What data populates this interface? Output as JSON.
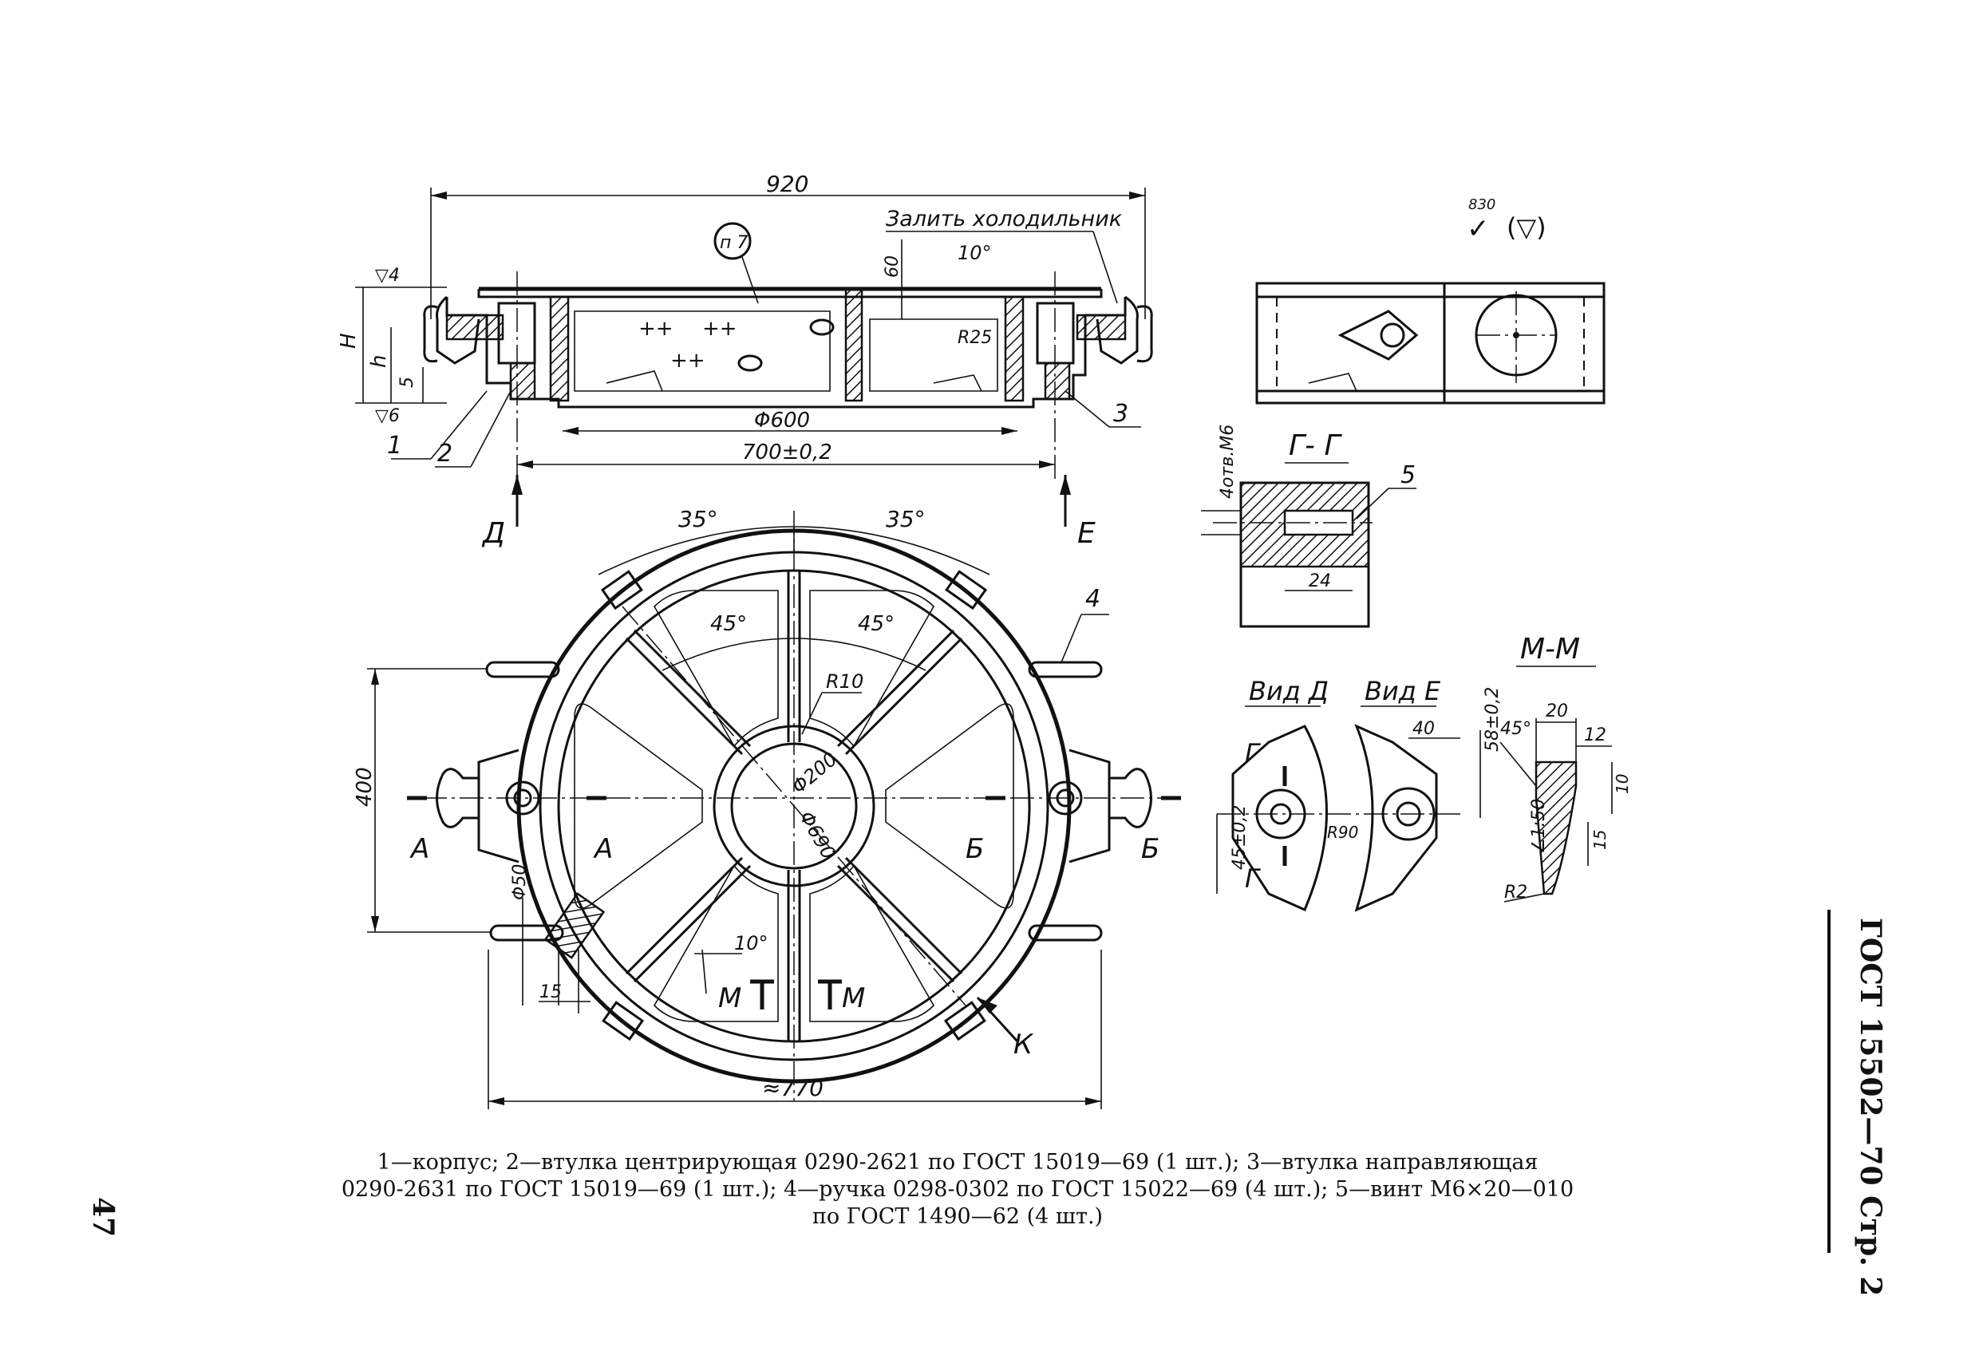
{
  "dimensions": {
    "width_920": "920",
    "dia_600": "Φ600",
    "dist_700": "700±0,2",
    "depth_60": "60",
    "angle_10_top": "10°",
    "r25": "R25",
    "h_big": "H",
    "h_small": "h",
    "five": "5",
    "rough_4": "▽4",
    "rough_6": "▽6",
    "angle_35_left": "35°",
    "angle_35_right": "35°",
    "angle_45_left": "45°",
    "angle_45_right": "45°",
    "r10": "R10",
    "dia_200": "Φ200",
    "dia_690": "Φ690",
    "dim_400": "400",
    "dia_50": "Φ50",
    "dim_15": "15",
    "angle_10_bottom": "10°",
    "approx_770": "≈770",
    "holes_m6": "4отв.М6",
    "dim_24": "24",
    "dim_40": "40",
    "dim_58": "58±0,2",
    "dim_45": "45±0,2",
    "r90": "R90",
    "angle_45_mm": "45°",
    "dim_20": "20",
    "dim_12": "12",
    "dim_10": "10",
    "dim_15_mm": "15",
    "taper": "∠1:50",
    "r2": "R2",
    "roughness_note": "(▽)",
    "roughness_mark": "830"
  },
  "labels": {
    "fill_coolant": "Залить холодильник",
    "p7": "п 7",
    "callout_1": "1",
    "callout_2": "2",
    "callout_3": "3",
    "callout_4": "4",
    "callout_5": "5",
    "view_d_arrow": "Д",
    "view_e_arrow": "Е",
    "section_a_left": "А",
    "section_a_right": "А",
    "section_b_left": "Б",
    "section_b_right": "Б",
    "section_m_left": "М",
    "section_m_right": "М",
    "view_k": "К",
    "section_gg": "Г- Г",
    "view_d": "Вид Д",
    "view_e": "Вид Е",
    "section_mm": "М-М",
    "g_top": "Г",
    "g_bottom": "Г"
  },
  "caption": {
    "line1": "1—корпус; 2—втулка центрирующая 0290-2621 по ГОСТ 15019—69 (1 шт.); 3—втулка направляющая",
    "line2": "0290-2631 по ГОСТ 15019—69 (1 шт.); 4—ручка 0298-0302 по ГОСТ 15022—69 (4 шт.); 5—винт М6×20—010",
    "line3": "по ГОСТ 1490—62 (4 шт.)"
  },
  "page": {
    "number": "47",
    "side_title": "ГОСТ 15502—70  Стр. 2"
  }
}
